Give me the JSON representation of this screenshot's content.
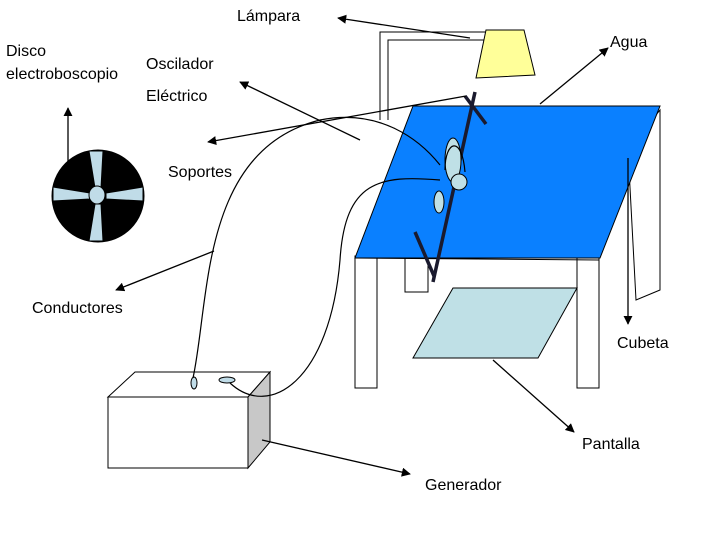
{
  "labels": {
    "lampara": "Lámpara",
    "agua": "Agua",
    "disco_line1": "Disco",
    "disco_line2": "electroboscopio",
    "oscilador": "Oscilador",
    "electrico": "Eléctrico",
    "soportes": "Soportes",
    "conductores": "Conductores",
    "cubeta": "Cubeta",
    "pantalla": "Pantalla",
    "generador": "Generador"
  },
  "colors": {
    "water": "#0a80ff",
    "lamp_shade": "#ffff99",
    "screen": "#bfe0e6",
    "disc_blade": "#c0dce8",
    "box_shadow": "#c8c8c8",
    "outline": "#000000"
  }
}
